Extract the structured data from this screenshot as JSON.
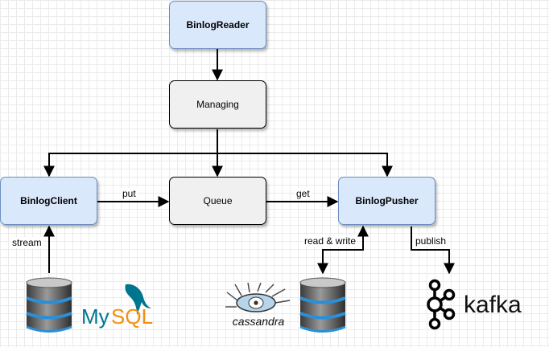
{
  "nodes": {
    "binlog_reader": "BinlogReader",
    "managing": "Managing",
    "binlog_client": "BinlogClient",
    "queue": "Queue",
    "binlog_pusher": "BinlogPusher"
  },
  "edges": {
    "put": "put",
    "get": "get",
    "stream": "stream",
    "read_write": "read & write",
    "publish": "publish"
  },
  "logos": {
    "mysql": "MySQL",
    "cassandra": "cassandra",
    "kafka": "kafka"
  },
  "colors": {
    "node_blue_fill": "#dae8fc",
    "node_blue_stroke": "#6c8ebf",
    "node_gray_fill": "#f0f0f0",
    "mysql_blue": "#00758f",
    "mysql_orange": "#f29111",
    "db_blue": "#2a8fd6"
  },
  "icons": [
    "database-icon",
    "mysql-logo",
    "cassandra-logo",
    "kafka-logo"
  ]
}
